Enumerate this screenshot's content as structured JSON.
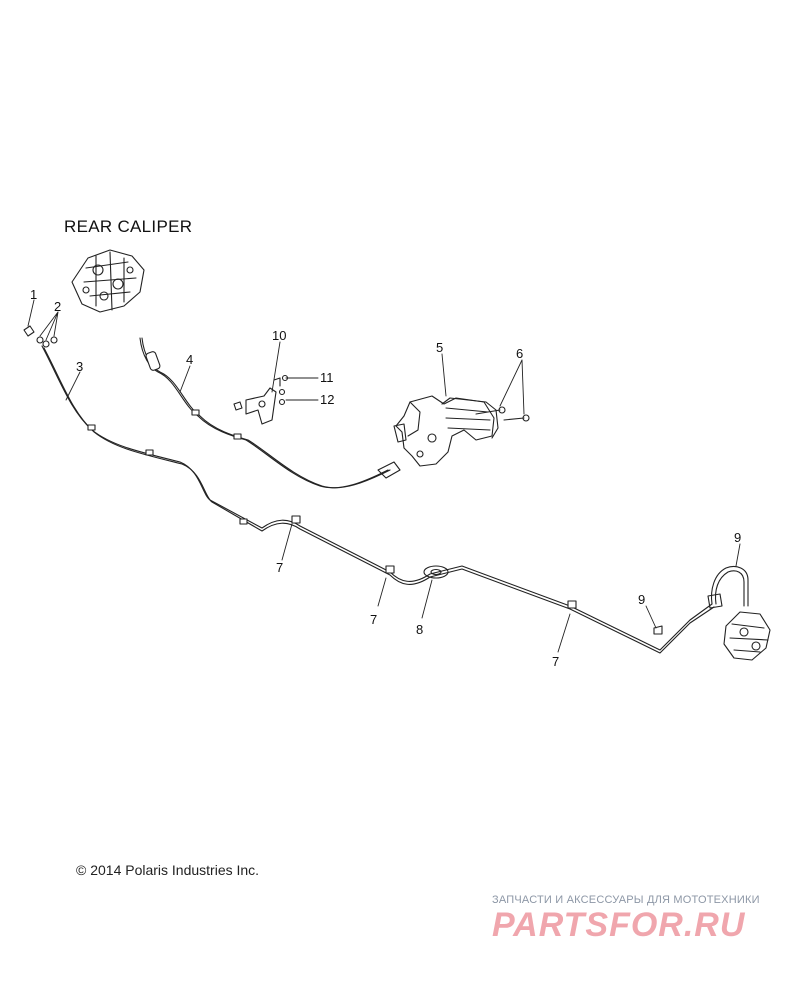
{
  "diagram": {
    "title": "REAR CALIPER",
    "callouts": [
      "1",
      "2",
      "3",
      "4",
      "10",
      "11",
      "12",
      "5",
      "6",
      "9",
      "9",
      "7",
      "7",
      "8",
      "7"
    ],
    "copyright": "© 2014 Polaris Industries Inc."
  },
  "watermark": {
    "tagline": "ЗАПЧАСТИ И АКСЕССУАРЫ ДЛЯ МОТОТЕХНИКИ",
    "logo": "PARTSFOR.RU"
  }
}
